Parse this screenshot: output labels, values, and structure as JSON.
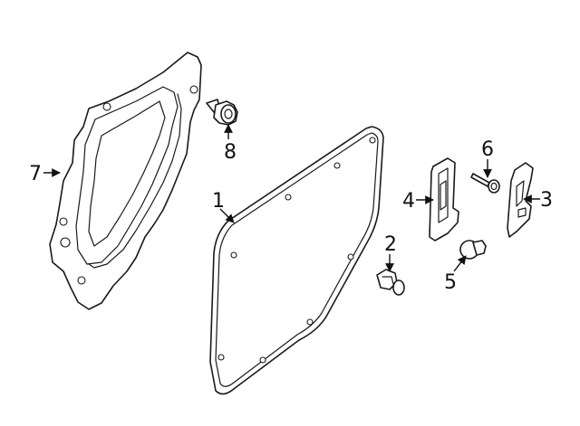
{
  "diagram": {
    "callouts": [
      "1",
      "2",
      "3",
      "4",
      "5",
      "6",
      "7",
      "8"
    ],
    "colors": {
      "line": "#1a1a1a",
      "background": "#ffffff"
    }
  }
}
